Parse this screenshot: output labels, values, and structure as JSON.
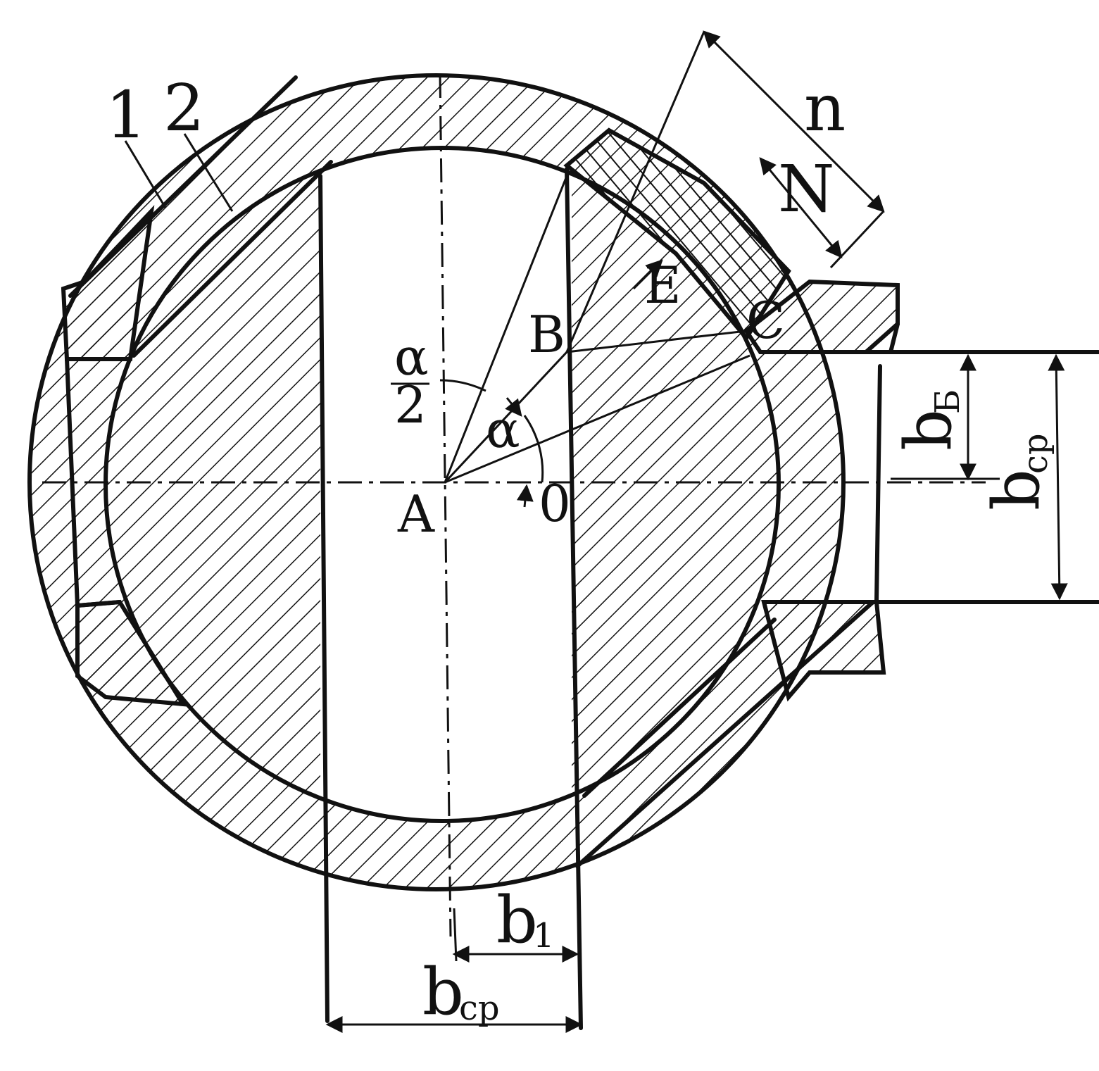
{
  "labels": {
    "part_1": "1",
    "part_2": "2",
    "dim_n": "n",
    "dim_N": "N",
    "point_E": "E",
    "point_C": "C",
    "point_B": "B",
    "point_A": "A",
    "point_O": "0",
    "alpha": "α",
    "alpha_half_num": "α",
    "alpha_half_den": "2",
    "b_b": "b",
    "b_b_sub": "Б",
    "b_cp_right": "b",
    "b_cp_right_sub": "cp",
    "b_1": "b",
    "b_1_sub": "1",
    "b_cp_bottom": "b",
    "b_cp_bottom_sub": "cp"
  },
  "colors": {
    "ink": "#111111",
    "paper": "#ffffff"
  }
}
